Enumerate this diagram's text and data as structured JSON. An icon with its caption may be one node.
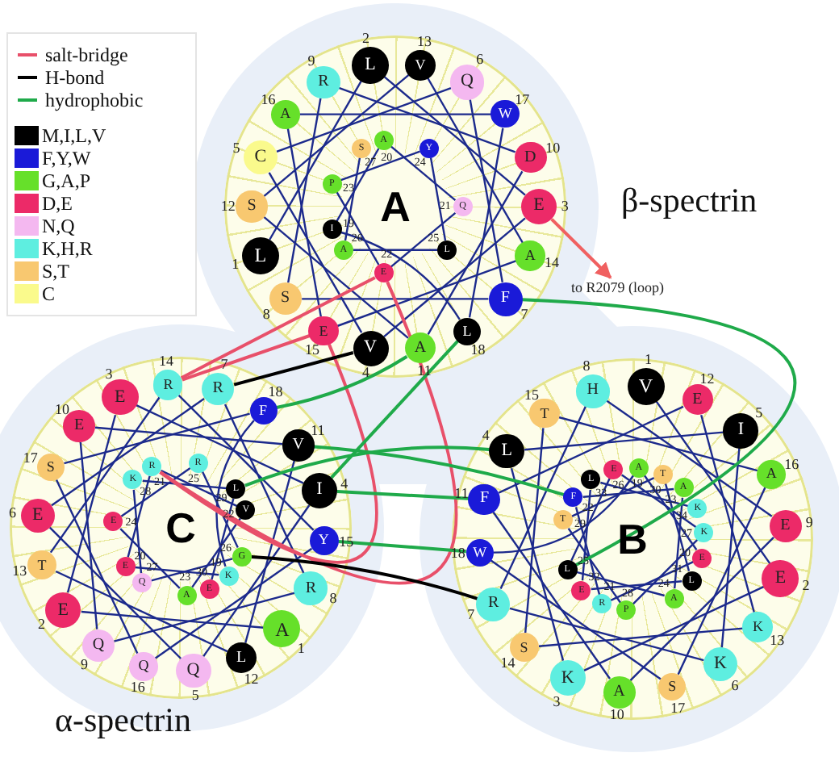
{
  "diagram": {
    "nodes": [
      {
        "text": [
          "A"
        ]
      },
      {
        "text": [
          "L"
        ],
        "beside": [
          "1"
        ],
        "in": 0
      },
      {
        "text": [
          "L"
        ],
        "beside": [
          "2"
        ],
        "in": 0
      },
      {
        "text": [
          "E"
        ],
        "beside": [
          "3"
        ],
        "in": 0
      },
      {
        "text": [
          "V"
        ],
        "beside": [
          "4"
        ],
        "in": 0
      },
      {
        "text": [
          "C"
        ],
        "beside": [
          "5"
        ],
        "in": 0
      },
      {
        "text": [
          "Q"
        ],
        "beside": [
          "6"
        ],
        "in": 0
      },
      {
        "text": [
          "F"
        ],
        "beside": [
          "7"
        ],
        "in": 0
      },
      {
        "text": [
          "S"
        ],
        "beside": [
          "8"
        ],
        "in": 0
      },
      {
        "text": [
          "R"
        ],
        "beside": [
          "9"
        ],
        "in": 0
      },
      {
        "text": [
          "D"
        ],
        "beside": [
          "10"
        ],
        "in": 0
      },
      {
        "text": [
          "A"
        ],
        "beside": [
          "11"
        ],
        "in": 0
      },
      {
        "text": [
          "S"
        ],
        "beside": [
          "12"
        ],
        "in": 0
      },
      {
        "text": [
          "V"
        ],
        "beside": [
          "13"
        ],
        "in": 0
      },
      {
        "text": [
          "A"
        ],
        "beside": [
          "14"
        ],
        "in": 0
      },
      {
        "text": [
          "E"
        ],
        "beside": [
          "15"
        ],
        "in": 0
      },
      {
        "text": [
          "A"
        ],
        "beside": [
          "16"
        ],
        "in": 0
      },
      {
        "text": [
          "W"
        ],
        "beside": [
          "17"
        ],
        "in": 0
      },
      {
        "text": [
          "L"
        ],
        "beside": [
          "18"
        ],
        "in": 0
      },
      {
        "text": [
          "I"
        ],
        "beside": [
          "19"
        ],
        "in": 0
      },
      {
        "text": [
          "A"
        ],
        "beside": [
          "20"
        ],
        "in": 0
      },
      {
        "text": [
          "Q"
        ],
        "beside": [
          "21"
        ],
        "in": 0
      },
      {
        "text": [
          "E"
        ],
        "beside": [
          "22"
        ],
        "in": 0
      },
      {
        "text": [
          "P"
        ],
        "beside": [
          "23"
        ],
        "in": 0
      },
      {
        "text": [
          "Y"
        ],
        "beside": [
          "24"
        ],
        "in": 0
      },
      {
        "text": [
          "L"
        ],
        "beside": [
          "25"
        ],
        "in": 0
      },
      {
        "text": [
          "A"
        ],
        "beside": [
          "26"
        ],
        "in": 0
      },
      {
        "text": [
          "S"
        ],
        "beside": [
          "27"
        ],
        "in": 0
      },
      {
        "text": [
          "C"
        ]
      },
      {
        "text": [
          "A"
        ],
        "beside": [
          "1"
        ],
        "in": 28
      },
      {
        "text": [
          "E"
        ],
        "beside": [
          "2"
        ],
        "in": 28
      },
      {
        "text": [
          "E"
        ],
        "beside": [
          "3"
        ],
        "in": 28
      },
      {
        "text": [
          "I"
        ],
        "beside": [
          "4"
        ],
        "in": 28
      },
      {
        "text": [
          "Q"
        ],
        "beside": [
          "5"
        ],
        "in": 28
      },
      {
        "text": [
          "E"
        ],
        "beside": [
          "6"
        ],
        "in": 28
      },
      {
        "text": [
          "R"
        ],
        "beside": [
          "7"
        ],
        "in": 28
      },
      {
        "text": [
          "R"
        ],
        "beside": [
          "8"
        ],
        "in": 28
      },
      {
        "text": [
          "Q"
        ],
        "beside": [
          "9"
        ],
        "in": 28
      },
      {
        "text": [
          "E"
        ],
        "beside": [
          "10"
        ],
        "in": 28
      },
      {
        "text": [
          "V"
        ],
        "beside": [
          "11"
        ],
        "in": 28
      },
      {
        "text": [
          "L"
        ],
        "beside": [
          "12"
        ],
        "in": 28
      },
      {
        "text": [
          "T"
        ],
        "beside": [
          "13"
        ],
        "in": 28
      },
      {
        "text": [
          "R"
        ],
        "beside": [
          "14"
        ],
        "in": 28
      },
      {
        "text": [
          "Y"
        ],
        "beside": [
          "15"
        ],
        "in": 28
      },
      {
        "text": [
          "Q"
        ],
        "beside": [
          "16"
        ],
        "in": 28
      },
      {
        "text": [
          "S"
        ],
        "beside": [
          "17"
        ],
        "in": 28
      },
      {
        "text": [
          "F"
        ],
        "beside": [
          "18"
        ],
        "in": 28
      },
      {
        "text": [
          "K"
        ],
        "beside": [
          "19"
        ],
        "in": 28
      },
      {
        "text": [
          "E"
        ],
        "beside": [
          "20"
        ],
        "in": 28
      },
      {
        "text": [
          "R"
        ],
        "beside": [
          "21"
        ],
        "in": 28
      },
      {
        "text": [
          "V"
        ],
        "beside": [
          "22"
        ],
        "in": 28
      },
      {
        "text": [
          "A"
        ],
        "beside": [
          "23"
        ],
        "in": 28
      },
      {
        "text": [
          "E"
        ],
        "beside": [
          "24"
        ],
        "in": 28
      },
      {
        "text": [
          "R"
        ],
        "beside": [
          "25"
        ],
        "in": 28
      },
      {
        "text": [
          "G"
        ],
        "beside": [
          "26"
        ],
        "in": 28
      },
      {
        "text": [
          "Q"
        ],
        "beside": [
          "27"
        ],
        "in": 28
      },
      {
        "text": [
          "K"
        ],
        "beside": [
          "28"
        ],
        "in": 28
      },
      {
        "text": [
          "L"
        ],
        "beside": [
          "29"
        ],
        "in": 28
      },
      {
        "text": [
          "E"
        ],
        "beside": [
          "30"
        ],
        "in": 28
      },
      {
        "text": [
          "B"
        ]
      },
      {
        "text": [
          "V"
        ],
        "beside": [
          "1"
        ],
        "in": 59
      },
      {
        "text": [
          "E"
        ],
        "beside": [
          "2"
        ],
        "in": 59
      },
      {
        "text": [
          "K"
        ],
        "beside": [
          "3"
        ],
        "in": 59
      },
      {
        "text": [
          "L"
        ],
        "beside": [
          "4"
        ],
        "in": 59
      },
      {
        "text": [
          "I"
        ],
        "beside": [
          "5"
        ],
        "in": 59
      },
      {
        "text": [
          "K"
        ],
        "beside": [
          "6"
        ],
        "in": 59
      },
      {
        "text": [
          "R"
        ],
        "beside": [
          "7"
        ],
        "in": 59
      },
      {
        "text": [
          "H"
        ],
        "beside": [
          "8"
        ],
        "in": 59
      },
      {
        "text": [
          "E"
        ],
        "beside": [
          "9"
        ],
        "in": 59
      },
      {
        "text": [
          "A"
        ],
        "beside": [
          "10"
        ],
        "in": 59
      },
      {
        "text": [
          "F"
        ],
        "beside": [
          "11"
        ],
        "in": 59
      },
      {
        "text": [
          "E"
        ],
        "beside": [
          "12"
        ],
        "in": 59
      },
      {
        "text": [
          "K"
        ],
        "beside": [
          "13"
        ],
        "in": 59
      },
      {
        "text": [
          "S"
        ],
        "beside": [
          "14"
        ],
        "in": 59
      },
      {
        "text": [
          "T"
        ],
        "beside": [
          "15"
        ],
        "in": 59
      },
      {
        "text": [
          "A"
        ],
        "beside": [
          "16"
        ],
        "in": 59
      },
      {
        "text": [
          "S"
        ],
        "beside": [
          "17"
        ],
        "in": 59
      },
      {
        "text": [
          "W"
        ],
        "beside": [
          "18"
        ],
        "in": 59
      },
      {
        "text": [
          "A"
        ],
        "beside": [
          "19"
        ],
        "in": 59
      },
      {
        "text": [
          "E"
        ],
        "beside": [
          "20"
        ],
        "in": 59
      },
      {
        "text": [
          "R"
        ],
        "beside": [
          "21"
        ],
        "in": 59
      },
      {
        "text": [
          "F"
        ],
        "beside": [
          "22"
        ],
        "in": 59
      },
      {
        "text": [
          "A"
        ],
        "beside": [
          "23"
        ],
        "in": 59
      },
      {
        "text": [
          "A"
        ],
        "beside": [
          "24"
        ],
        "in": 59
      },
      {
        "text": [
          "L"
        ],
        "beside": [
          "25"
        ],
        "in": 59
      },
      {
        "text": [
          "E"
        ],
        "beside": [
          "26"
        ],
        "in": 59
      },
      {
        "text": [
          "K"
        ],
        "beside": [
          "27"
        ],
        "in": 59
      },
      {
        "text": [
          "P"
        ],
        "beside": [
          "28"
        ],
        "in": 59
      },
      {
        "text": [
          "T"
        ],
        "beside": [
          "29"
        ],
        "in": 59
      },
      {
        "text": [
          "T"
        ],
        "beside": [
          "30"
        ],
        "in": 59
      },
      {
        "text": [
          "L"
        ],
        "beside": [
          "31"
        ],
        "in": 59
      },
      {
        "text": [
          "E"
        ],
        "beside": [
          "32"
        ],
        "in": 59
      },
      {
        "text": [
          "L"
        ],
        "beside": [
          "33"
        ],
        "in": 59
      },
      {
        "text": [
          "K"
        ],
        "beside": [
          "34"
        ],
        "in": 59
      },
      {
        "text": [
          "to R2079 (loop)"
        ]
      }
    ],
    "edges": [
      {
        "from": 1,
        "to": 2,
        "arrow": "none"
      },
      {
        "from": 2,
        "to": 3,
        "arrow": "none"
      },
      {
        "from": 3,
        "to": 4,
        "arrow": "none"
      },
      {
        "from": 4,
        "to": 5,
        "arrow": "none"
      },
      {
        "from": 5,
        "to": 6,
        "arrow": "none"
      },
      {
        "from": 6,
        "to": 7,
        "arrow": "none"
      },
      {
        "from": 7,
        "to": 8,
        "arrow": "none"
      },
      {
        "from": 8,
        "to": 9,
        "arrow": "none"
      },
      {
        "from": 9,
        "to": 10,
        "arrow": "none"
      },
      {
        "from": 10,
        "to": 11,
        "arrow": "none"
      },
      {
        "from": 11,
        "to": 12,
        "arrow": "none"
      },
      {
        "from": 12,
        "to": 13,
        "arrow": "none"
      },
      {
        "from": 13,
        "to": 14,
        "arrow": "none"
      },
      {
        "from": 14,
        "to": 15,
        "arrow": "none"
      },
      {
        "from": 15,
        "to": 16,
        "arrow": "none"
      },
      {
        "from": 16,
        "to": 17,
        "arrow": "none"
      },
      {
        "from": 17,
        "to": 18,
        "arrow": "none"
      },
      {
        "from": 18,
        "to": 19,
        "arrow": "none"
      },
      {
        "from": 19,
        "to": 20,
        "arrow": "none"
      },
      {
        "from": 20,
        "to": 21,
        "arrow": "none"
      },
      {
        "from": 21,
        "to": 22,
        "arrow": "none"
      },
      {
        "from": 22,
        "to": 23,
        "arrow": "none"
      },
      {
        "from": 23,
        "to": 24,
        "arrow": "none"
      },
      {
        "from": 24,
        "to": 25,
        "arrow": "none"
      },
      {
        "from": 25,
        "to": 26,
        "arrow": "none"
      },
      {
        "from": 26,
        "to": 27,
        "arrow": "none"
      },
      {
        "from": 29,
        "to": 30,
        "arrow": "none"
      },
      {
        "from": 30,
        "to": 31,
        "arrow": "none"
      },
      {
        "from": 31,
        "to": 32,
        "arrow": "none"
      },
      {
        "from": 32,
        "to": 33,
        "arrow": "none"
      },
      {
        "from": 33,
        "to": 34,
        "arrow": "none"
      },
      {
        "from": 34,
        "to": 35,
        "arrow": "none"
      },
      {
        "from": 35,
        "to": 36,
        "arrow": "none"
      },
      {
        "from": 36,
        "to": 37,
        "arrow": "none"
      },
      {
        "from": 37,
        "to": 38,
        "arrow": "none"
      },
      {
        "from": 38,
        "to": 39,
        "arrow": "none"
      },
      {
        "from": 39,
        "to": 40,
        "arrow": "none"
      },
      {
        "from": 40,
        "to": 41,
        "arrow": "none"
      },
      {
        "from": 41,
        "to": 42,
        "arrow": "none"
      },
      {
        "from": 42,
        "to": 43,
        "arrow": "none"
      },
      {
        "from": 43,
        "to": 44,
        "arrow": "none"
      },
      {
        "from": 44,
        "to": 45,
        "arrow": "none"
      },
      {
        "from": 45,
        "to": 46,
        "arrow": "none"
      },
      {
        "from": 46,
        "to": 47,
        "arrow": "none"
      },
      {
        "from": 47,
        "to": 48,
        "arrow": "none"
      },
      {
        "from": 48,
        "to": 49,
        "arrow": "none"
      },
      {
        "from": 49,
        "to": 50,
        "arrow": "none"
      },
      {
        "from": 50,
        "to": 51,
        "arrow": "none"
      },
      {
        "from": 51,
        "to": 52,
        "arrow": "none"
      },
      {
        "from": 52,
        "to": 53,
        "arrow": "none"
      },
      {
        "from": 53,
        "to": 54,
        "arrow": "none"
      },
      {
        "from": 54,
        "to": 55,
        "arrow": "none"
      },
      {
        "from": 55,
        "to": 56,
        "arrow": "none"
      },
      {
        "from": 56,
        "to": 57,
        "arrow": "none"
      },
      {
        "from": 57,
        "to": 58,
        "arrow": "none"
      },
      {
        "from": 60,
        "to": 61,
        "arrow": "none"
      },
      {
        "from": 61,
        "to": 62,
        "arrow": "none"
      },
      {
        "from": 62,
        "to": 63,
        "arrow": "none"
      },
      {
        "from": 63,
        "to": 64,
        "arrow": "none"
      },
      {
        "from": 64,
        "to": 65,
        "arrow": "none"
      },
      {
        "from": 65,
        "to": 66,
        "arrow": "none"
      },
      {
        "from": 66,
        "to": 67,
        "arrow": "none"
      },
      {
        "from": 67,
        "to": 68,
        "arrow": "none"
      },
      {
        "from": 68,
        "to": 69,
        "arrow": "none"
      },
      {
        "from": 69,
        "to": 70,
        "arrow": "none"
      },
      {
        "from": 70,
        "to": 71,
        "arrow": "none"
      },
      {
        "from": 71,
        "to": 72,
        "arrow": "none"
      },
      {
        "from": 72,
        "to": 73,
        "arrow": "none"
      },
      {
        "from": 73,
        "to": 74,
        "arrow": "none"
      },
      {
        "from": 74,
        "to": 75,
        "arrow": "none"
      },
      {
        "from": 75,
        "to": 76,
        "arrow": "none"
      },
      {
        "from": 76,
        "to": 77,
        "arrow": "none"
      },
      {
        "from": 77,
        "to": 78,
        "arrow": "none"
      },
      {
        "from": 78,
        "to": 79,
        "arrow": "none"
      },
      {
        "from": 79,
        "to": 80,
        "arrow": "none"
      },
      {
        "from": 80,
        "to": 81,
        "arrow": "none"
      },
      {
        "from": 81,
        "to": 82,
        "arrow": "none"
      },
      {
        "from": 82,
        "to": 83,
        "arrow": "none"
      },
      {
        "from": 83,
        "to": 84,
        "arrow": "none"
      },
      {
        "from": 84,
        "to": 85,
        "arrow": "none"
      },
      {
        "from": 85,
        "to": 86,
        "arrow": "none"
      },
      {
        "from": 86,
        "to": 87,
        "arrow": "none"
      },
      {
        "from": 87,
        "to": 88,
        "arrow": "none"
      },
      {
        "from": 88,
        "to": 89,
        "arrow": "none"
      },
      {
        "from": 89,
        "to": 90,
        "arrow": "none"
      },
      {
        "from": 90,
        "to": 91,
        "arrow": "none"
      },
      {
        "from": 91,
        "to": 92,
        "arrow": "none"
      },
      {
        "from": 92,
        "to": 93,
        "arrow": "none"
      },
      {
        "from": 15,
        "to": 42,
        "arrow": "none",
        "color": "#e8506a"
      },
      {
        "from": 15,
        "to": 49,
        "arrow": "none",
        "color": "#e8506a"
      },
      {
        "from": 22,
        "to": 42,
        "arrow": "none",
        "color": "#e8506a"
      },
      {
        "from": 22,
        "to": 49,
        "arrow": "none",
        "color": "#e8506a"
      },
      {
        "from": 4,
        "to": 35,
        "arrow": "none",
        "color": "#000000"
      },
      {
        "from": 54,
        "to": 66,
        "arrow": "none",
        "color": "#000000"
      },
      {
        "from": 11,
        "to": 46,
        "arrow": "none",
        "color": "#1faa4a"
      },
      {
        "from": 18,
        "to": 32,
        "arrow": "none",
        "color": "#1faa4a"
      },
      {
        "from": 7,
        "to": 84,
        "arrow": "none",
        "color": "#1faa4a"
      },
      {
        "from": 57,
        "to": 63,
        "arrow": "none",
        "color": "#1faa4a"
      },
      {
        "from": 39,
        "to": 81,
        "arrow": "none",
        "color": "#1faa4a"
      },
      {
        "from": 32,
        "to": 70,
        "arrow": "none",
        "color": "#1faa4a"
      },
      {
        "from": 43,
        "to": 77,
        "arrow": "none",
        "color": "#1faa4a"
      },
      {
        "from": 3,
        "to": 94,
        "arrow": "to",
        "color": "#f06060"
      }
    ],
    "labels": [
      "β-spectrin",
      "α-spectrin"
    ],
    "legend": [
      {
        "text": "salt-bridge"
      },
      {
        "text": "H-bond"
      },
      {
        "text": "hydrophobic"
      },
      {
        "text": "M,I,L,V",
        "color": "#000000"
      },
      {
        "text": "F,Y,W",
        "color": "#1a1ad8"
      },
      {
        "text": "G,A,P",
        "color": "#66e02a"
      },
      {
        "text": "D,E",
        "color": "#ec2a68"
      },
      {
        "text": "N,Q",
        "color": "#f4b8f0"
      },
      {
        "text": "K,H,R",
        "color": "#5eeee0"
      },
      {
        "text": "S,T",
        "color": "#f8c870"
      },
      {
        "text": "C",
        "color": "#fafa8c"
      }
    ]
  }
}
